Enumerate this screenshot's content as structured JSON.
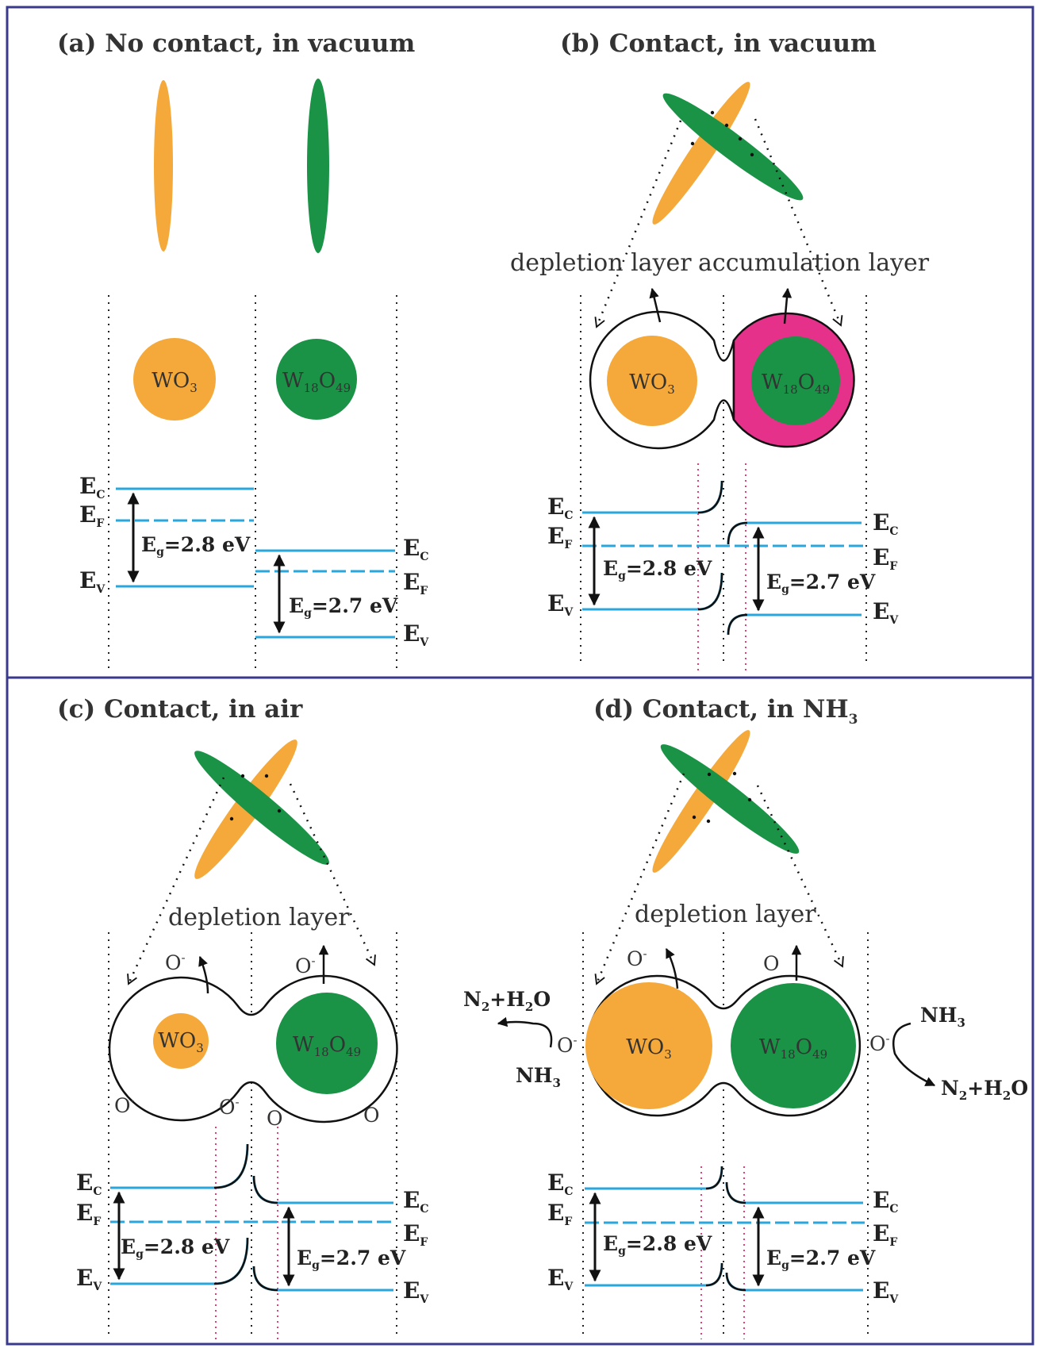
{
  "colors": {
    "wo3": "#F4A93A",
    "w18o49": "#1A9347",
    "accumulation": "#E6318A",
    "band": "#29A7DC",
    "frame": "#3A3A8C",
    "interface": "#E0407A"
  },
  "panels": [
    {
      "id": "a",
      "title": "(a) No contact, in vacuum",
      "band_labels": {
        "ec_left": "E",
        "ef_left": "E",
        "ev_left": "E",
        "ec_right": "E",
        "ef_right": "E",
        "ev_right": "E"
      },
      "gap_left": "=2.8 eV",
      "gap_right": "=2.7 eV"
    },
    {
      "id": "b",
      "title": "(b) Contact, in vacuum",
      "region_labels": [
        "depletion layer",
        "accumulation layer"
      ],
      "gap_left": "=2.8 eV",
      "gap_right": "=2.7 eV"
    },
    {
      "id": "c",
      "title": "(c) Contact, in air",
      "region_labels": [
        "depletion layer"
      ],
      "gap_left": "=2.8 eV",
      "gap_right": "=2.7 eV"
    },
    {
      "id": "d",
      "title": "(d) Contact, in NH",
      "title_sub": "3",
      "region_labels": [
        "depletion layer"
      ],
      "gap_left": "=2.8 eV",
      "gap_right": "=2.7 eV",
      "reaction_left_product": "N",
      "reaction_right_product": "N"
    }
  ],
  "materials": {
    "wo3": {
      "base": "WO",
      "sub": "3"
    },
    "w18o49": {
      "base1": "W",
      "sub1": "18",
      "base2": "O",
      "sub2": "49"
    }
  },
  "symbols": {
    "ec_sub": "C",
    "ef_sub": "F",
    "ev_sub": "V",
    "eg": "E",
    "eg_sub": "g",
    "oxygen": "O",
    "oxygen_sup": "-",
    "nh3_base": "NH",
    "nh3_sub": "3",
    "products": "N",
    "products_sub": "2",
    "products_mid": "+H",
    "products_sub2": "2",
    "products_end": "O"
  }
}
